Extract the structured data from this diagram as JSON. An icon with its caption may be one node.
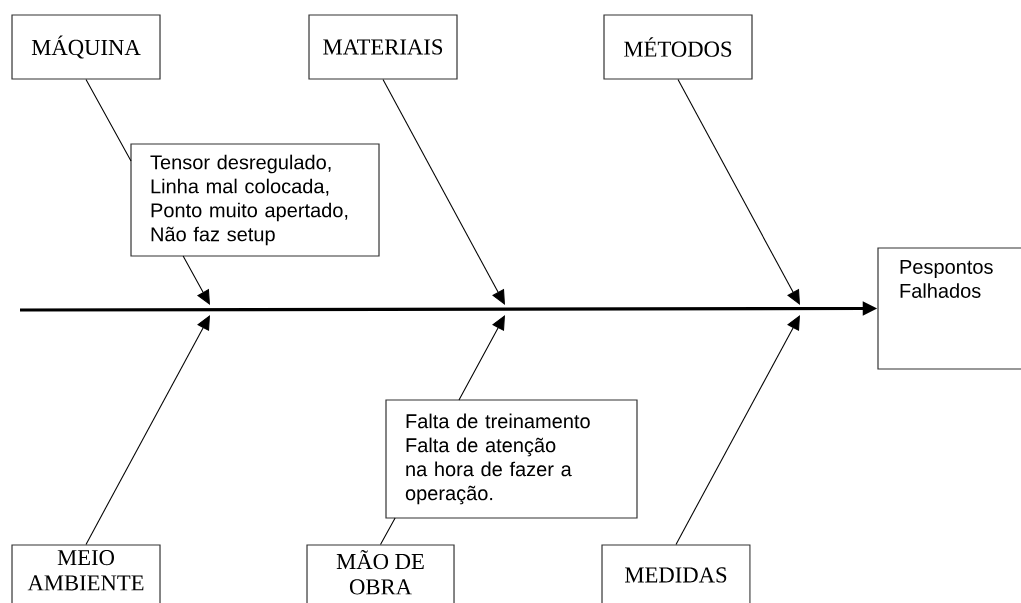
{
  "diagram": {
    "nodes": [
      {
        "text": [
          "MÁQUINA"
        ]
      },
      {
        "text": [
          "MATERIAIS"
        ]
      },
      {
        "text": [
          "MÉTODOS"
        ]
      },
      {
        "text": [
          "Tensor desregulado,",
          "Linha mal colocada,",
          "Ponto muito apertado,",
          "Não faz setup"
        ]
      },
      {
        "text": [
          "Pespontos Falhados"
        ]
      },
      {
        "text": [
          "Falta de treinamento",
          "Falta de atenção na hora de fazer a operação."
        ]
      },
      {
        "text": [
          "MEIO AMBIENTE"
        ]
      },
      {
        "text": [
          "MÃO DE OBRA"
        ]
      },
      {
        "text": [
          "MEDIDAS"
        ]
      }
    ],
    "edges": [
      {
        "from": 0,
        "to": null,
        "arrow": "to"
      },
      {
        "from": 1,
        "to": null,
        "arrow": "to"
      },
      {
        "from": 2,
        "to": null,
        "arrow": "to"
      },
      {
        "from": 6,
        "to": null,
        "arrow": "to"
      },
      {
        "from": 7,
        "to": null,
        "arrow": "to"
      },
      {
        "from": 8,
        "to": null,
        "arrow": "to"
      },
      {
        "from": null,
        "to": 4,
        "arrow": "to",
        "style": "thick"
      }
    ]
  }
}
